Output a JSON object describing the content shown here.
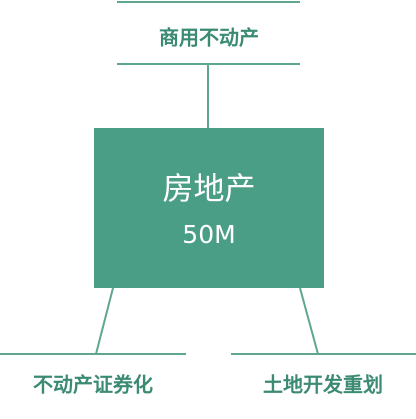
{
  "center": {
    "title": "房地产",
    "value": "50M"
  },
  "nodes": {
    "top": "商用不动产",
    "bottom_left": "不动产证券化",
    "bottom_right": "土地开发重划"
  },
  "colors": {
    "box_fill": "#4b9e86",
    "line": "#5fa691",
    "label_text": "#3b8a73",
    "background": "#ffffff"
  }
}
